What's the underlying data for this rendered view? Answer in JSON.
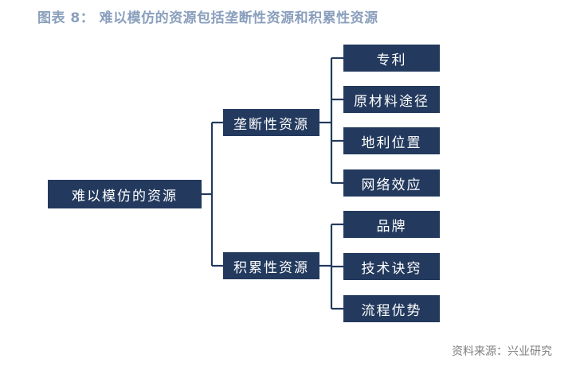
{
  "header": {
    "title": "图表 8： 难以模仿的资源包括垄断性资源和积累性资源"
  },
  "diagram": {
    "root": {
      "label": "难以模仿的资源"
    },
    "branches": [
      {
        "label": "垄断性资源",
        "children": [
          "专利",
          "原材料途径",
          "地利位置",
          "网络效应"
        ]
      },
      {
        "label": "积累性资源",
        "children": [
          "品牌",
          "技术诀窍",
          "流程优势"
        ]
      }
    ]
  },
  "footer": {
    "source": "资料来源：兴业研究"
  },
  "colors": {
    "node_fill": "#233a5e",
    "node_text": "#ffffff",
    "title_text": "#8a9fbd",
    "source_text": "#7f7f7f"
  }
}
